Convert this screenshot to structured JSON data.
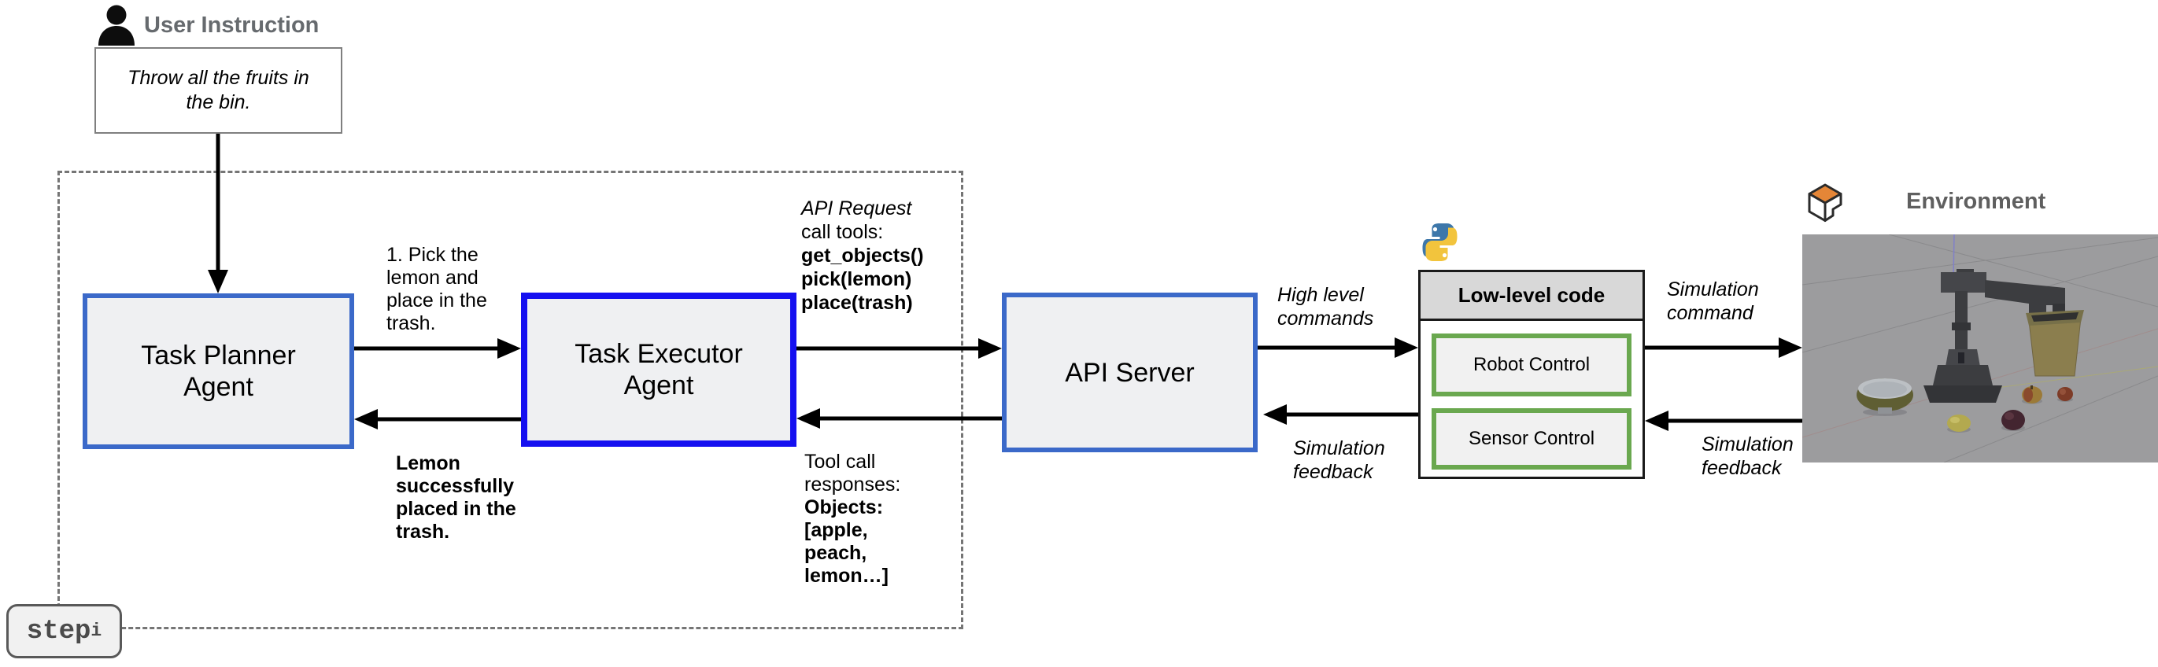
{
  "user_instruction": {
    "header": "User Instruction",
    "message": "Throw all the fruits in\nthe bin."
  },
  "agents": {
    "planner": {
      "label": "Task Planner\nAgent"
    },
    "executor": {
      "label": "Task Executor\nAgent"
    }
  },
  "api_server": {
    "label": "API Server"
  },
  "low_level": {
    "header": "Low-level code",
    "modules": [
      "Robot Control",
      "Sensor Control"
    ]
  },
  "environment": {
    "header": "Environment"
  },
  "annotations": {
    "plan_step": "1. Pick the\nlemon and\nplace in the\ntrash.",
    "plan_result": "Lemon\nsuccessfully\nplaced in the\ntrash.",
    "api_request_title": "API Request",
    "api_request_sub": "call tools:",
    "api_request_calls": "get_objects()\npick(lemon)\nplace(trash)",
    "tool_responses_sub": "Tool call\nresponses:",
    "tool_responses_values": "Objects:\n[apple,\npeach,\nlemon…]",
    "high_level_commands": "High level\ncommands",
    "simulation_feedback_left": "Simulation\nfeedback",
    "simulation_command": "Simulation\ncommand",
    "simulation_feedback_right": "Simulation\nfeedback"
  },
  "step_badge": {
    "text": "step",
    "subscript": "i"
  },
  "colors": {
    "agent_border": "#3b69c9",
    "executor_border": "#1510f0",
    "module_border": "#6aa84f",
    "box_fill": "#eff0f2",
    "header_fill": "#d8d8d8",
    "dashed_border": "#757575",
    "section_label_gray": "#666a6e",
    "arrow_black": "#000000",
    "env_background": "#9c9c9e",
    "python_blue": "#3d77aa",
    "python_yellow": "#f2c43d",
    "cube_orange": "#e58637"
  }
}
